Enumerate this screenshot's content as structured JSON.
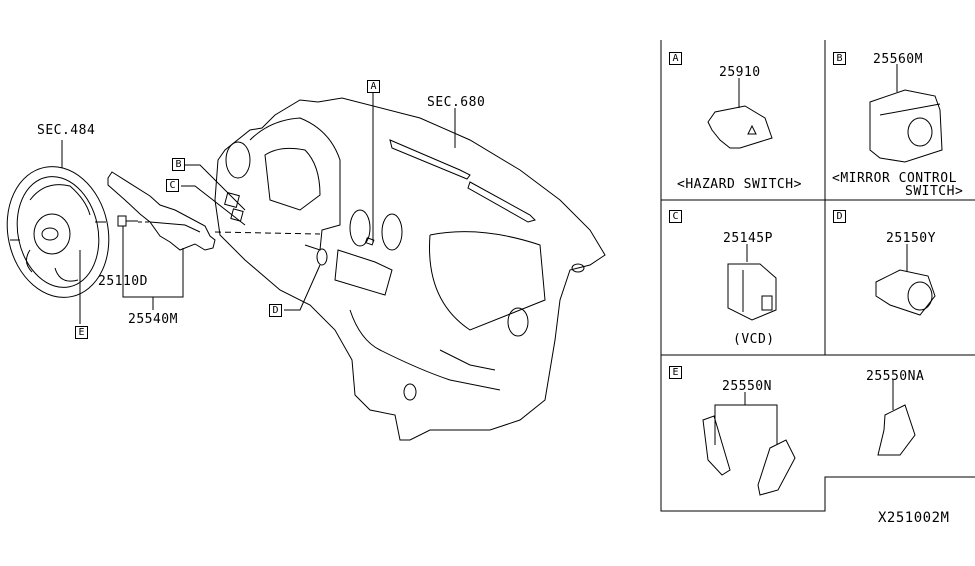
{
  "diagram_code": "X251002M",
  "main_view": {
    "callouts": [
      {
        "id": "sec484",
        "text": "SEC.484"
      },
      {
        "id": "sec680",
        "text": "SEC.680"
      },
      {
        "id": "p25110d",
        "text": "25110D"
      },
      {
        "id": "p25540m",
        "text": "25540M"
      }
    ],
    "ref_boxes": {
      "A": "A",
      "B": "B",
      "C": "C",
      "D": "D",
      "E": "E"
    }
  },
  "panels": [
    {
      "ref": "A",
      "part_no": "25910",
      "caption": "<HAZARD SWITCH>"
    },
    {
      "ref": "B",
      "part_no": "25560M",
      "caption_line1": "<MIRROR CONTROL",
      "caption_line2": "SWITCH>"
    },
    {
      "ref": "C",
      "part_no": "25145P",
      "caption": "(VCD)"
    },
    {
      "ref": "D",
      "part_no": "25150Y"
    },
    {
      "ref": "E",
      "part_nos": [
        "25550N",
        "25550NA"
      ]
    }
  ]
}
